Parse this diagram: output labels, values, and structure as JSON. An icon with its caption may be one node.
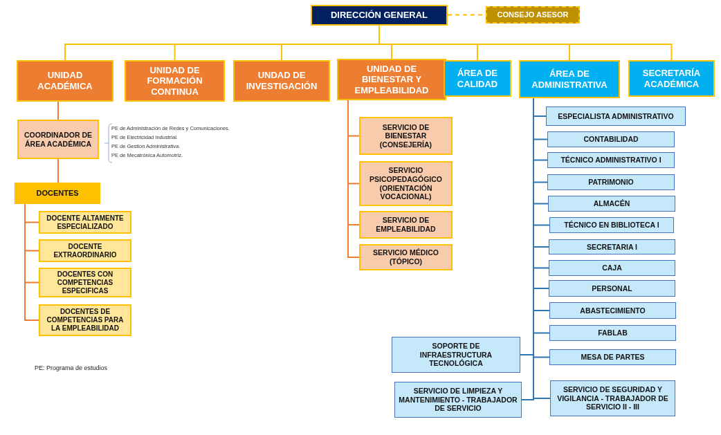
{
  "diagram": {
    "nodes": [
      {
        "text": [
          "DIRECCIÓN GENERAL"
        ]
      },
      {
        "text": [
          "CONSEJO ASESOR"
        ]
      },
      {
        "text": [
          "UNIDAD ACADÉMICA"
        ]
      },
      {
        "text": [
          "UNIDAD DE FORMACIÓN CONTINUA"
        ]
      },
      {
        "text": [
          "UNDAD DE INVESTIGACIÓN"
        ]
      },
      {
        "text": [
          "UNIDAD DE BIENESTAR Y EMPLEABILIDAD"
        ]
      },
      {
        "text": [
          "ÁREA DE CALIDAD"
        ]
      },
      {
        "text": [
          "ÁREA DE ADMINISTRATIVA"
        ]
      },
      {
        "text": [
          "SECRETARÍA ACADÉMICA"
        ]
      },
      {
        "text": [
          "COORDINADOR DE ÁREA ACADÉMICA"
        ],
        "beside": [
          "PE de Administración de Redes y Comunicaciones.",
          "PE de Electricidad Industrial.",
          "PE de Gestión Administrativa.",
          "PE de Mecatrónica Automotriz."
        ]
      },
      {
        "text": [
          "DOCENTES"
        ]
      },
      {
        "text": [
          "DOCENTE ALTAMENTE ESPECIALIZADO"
        ]
      },
      {
        "text": [
          "DOCENTE EXTRAORDINARIO"
        ]
      },
      {
        "text": [
          "DOCENTES CON COMPETENCIAS ESPECIFICAS"
        ]
      },
      {
        "text": [
          "DOCENTES DE COMPETENCIAS PARA LA EMPLEABILIDAD"
        ]
      },
      {
        "text": [
          "SERVICIO DE BIENESTAR (CONSEJERÍA)"
        ]
      },
      {
        "text": [
          "SERVICIO PSICOPEDAGÓGICO (ORIENTACIÓN VOCACIONAL)"
        ]
      },
      {
        "text": [
          "SERVICIO DE EMPLEABILIDAD"
        ]
      },
      {
        "text": [
          "SERVICIO MÉDICO (TÓPICO)"
        ]
      },
      {
        "text": [
          "ESPECIALISTA ADMINISTRATIVO"
        ]
      },
      {
        "text": [
          "CONTABILIDAD"
        ]
      },
      {
        "text": [
          "TÉCNICO ADMINISTRATIVO I"
        ]
      },
      {
        "text": [
          "PATRIMONIO"
        ]
      },
      {
        "text": [
          "ALMACÉN"
        ]
      },
      {
        "text": [
          "TÉCNICO EN BIBLIOTECA I"
        ]
      },
      {
        "text": [
          "SECRETARIA I"
        ]
      },
      {
        "text": [
          "CAJA"
        ]
      },
      {
        "text": [
          "PERSONAL"
        ]
      },
      {
        "text": [
          "ABASTECIMIENTO"
        ]
      },
      {
        "text": [
          "FABLAB"
        ]
      },
      {
        "text": [
          "MESA DE PARTES"
        ]
      },
      {
        "text": [
          "SOPORTE DE INFRAESTRUCTURA TECNOLÓGICA"
        ]
      },
      {
        "text": [
          "SERVICIO DE LIMPIEZA Y MANTENIMIENTO - TRABAJADOR DE SERVICIO"
        ]
      },
      {
        "text": [
          "SERVICIO DE SEGURIDAD Y VIGILANCIA - TRABAJADOR DE SERVICIO II - III"
        ]
      }
    ],
    "edges": [
      {
        "from": 0,
        "to": 1,
        "arrow": "none",
        "style": "dashed",
        "color": "#ffc000"
      },
      {
        "from": 0,
        "to": 2,
        "arrow": "none",
        "color": "#ffc000"
      },
      {
        "from": 0,
        "to": 3,
        "arrow": "none",
        "color": "#ffc000"
      },
      {
        "from": 0,
        "to": 4,
        "arrow": "none",
        "color": "#ffc000"
      },
      {
        "from": 0,
        "to": 5,
        "arrow": "none",
        "color": "#ffc000"
      },
      {
        "from": 0,
        "to": 6,
        "arrow": "none",
        "color": "#ffc000"
      },
      {
        "from": 0,
        "to": 7,
        "arrow": "none",
        "color": "#ffc000"
      },
      {
        "from": 0,
        "to": 8,
        "arrow": "none",
        "color": "#ffc000"
      },
      {
        "from": 2,
        "to": 9,
        "arrow": "none",
        "color": "#ed7d31"
      },
      {
        "from": 9,
        "to": 10,
        "arrow": "none",
        "color": "#ed7d31"
      },
      {
        "from": 10,
        "to": 11,
        "arrow": "none",
        "color": "#ed7d31"
      },
      {
        "from": 10,
        "to": 12,
        "arrow": "none",
        "color": "#ed7d31"
      },
      {
        "from": 10,
        "to": 13,
        "arrow": "none",
        "color": "#ed7d31"
      },
      {
        "from": 10,
        "to": 14,
        "arrow": "none",
        "color": "#ed7d31"
      },
      {
        "from": 5,
        "to": 15,
        "arrow": "none",
        "color": "#ed7d31"
      },
      {
        "from": 5,
        "to": 16,
        "arrow": "none",
        "color": "#ed7d31"
      },
      {
        "from": 5,
        "to": 17,
        "arrow": "none",
        "color": "#ed7d31"
      },
      {
        "from": 5,
        "to": 18,
        "arrow": "none",
        "color": "#ed7d31"
      },
      {
        "from": 7,
        "to": 19,
        "arrow": "none"
      },
      {
        "from": 7,
        "to": 20,
        "arrow": "none"
      },
      {
        "from": 7,
        "to": 21,
        "arrow": "none"
      },
      {
        "from": 7,
        "to": 22,
        "arrow": "none"
      },
      {
        "from": 7,
        "to": 23,
        "arrow": "none"
      },
      {
        "from": 7,
        "to": 24,
        "arrow": "none"
      },
      {
        "from": 7,
        "to": 25,
        "arrow": "none"
      },
      {
        "from": 7,
        "to": 26,
        "arrow": "none"
      },
      {
        "from": 7,
        "to": 27,
        "arrow": "none"
      },
      {
        "from": 7,
        "to": 28,
        "arrow": "none"
      },
      {
        "from": 7,
        "to": 29,
        "arrow": "none"
      },
      {
        "from": 7,
        "to": 30,
        "arrow": "none"
      },
      {
        "from": 7,
        "to": 31,
        "arrow": "none"
      },
      {
        "from": 7,
        "to": 32,
        "arrow": "none"
      },
      {
        "from": 7,
        "to": 33,
        "arrow": "none"
      }
    ],
    "labels": [
      "PE: Programa de estudios"
    ]
  }
}
